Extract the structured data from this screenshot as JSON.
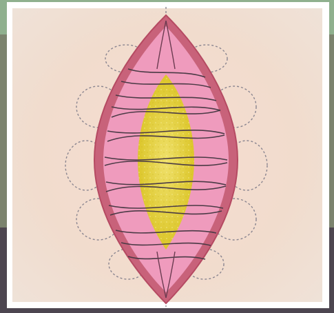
{
  "figure": {
    "description_colors": {
      "background_top": "#8fb08e",
      "background_mid": "#7b836e",
      "background_bottom": "#4d4650",
      "panel": "#f1dccd",
      "outer_wall": "#c8627a",
      "inner_lumen": "#ef9bbd",
      "core": "#e4d13a",
      "fibers": "#4a3a45",
      "field_loops": "#8a8590"
    },
    "icons": [
      "spindle-diagram",
      "dashed-field-loop",
      "crossing-fiber"
    ]
  }
}
